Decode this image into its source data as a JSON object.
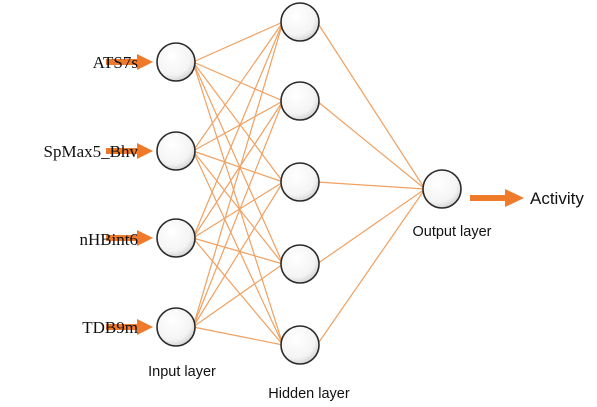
{
  "inputs": [
    {
      "label": "ATS7s"
    },
    {
      "label": "SpMax5_Bhv"
    },
    {
      "label": "nHBint6"
    },
    {
      "label": "TDB9m"
    }
  ],
  "hidden_node_count": 5,
  "output": {
    "layer_label": "Output layer",
    "target_label": "Activity"
  },
  "layer_labels": {
    "input": "Input layer",
    "hidden": "Hidden layer"
  },
  "colors": {
    "connection": "#f0a060",
    "arrow": "#ee7a2a",
    "node_stroke": "#2b2b2b",
    "text": "#111111"
  }
}
